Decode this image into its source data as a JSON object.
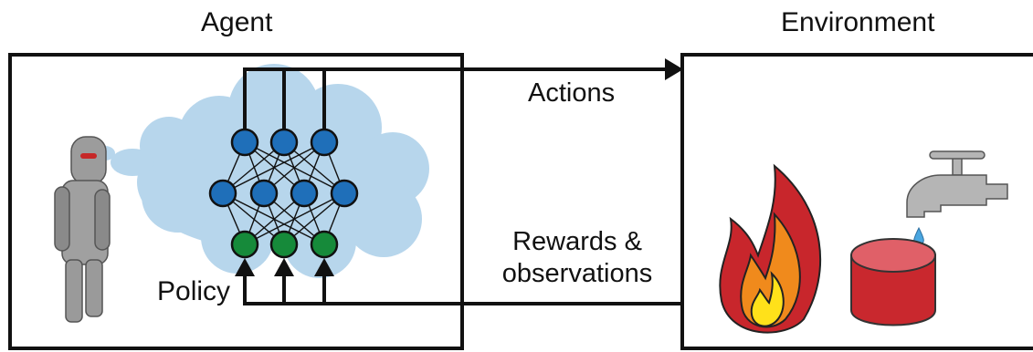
{
  "diagram": {
    "agent_title": "Agent",
    "environment_title": "Environment",
    "actions_label": "Actions",
    "rewards_label_line1": "Rewards &",
    "rewards_label_line2": "observations",
    "policy_label": "Policy"
  },
  "colors": {
    "cloud": "#b7d6ec",
    "neuron_blue": "#1f6fb9",
    "neuron_green": "#168a3a",
    "robot": "#9a9a9a",
    "fire_red": "#c8262c",
    "fire_orange": "#f08a1c",
    "fire_yellow": "#ffe11a",
    "bucket": "#c9282e",
    "water": "#4aa6e0"
  }
}
